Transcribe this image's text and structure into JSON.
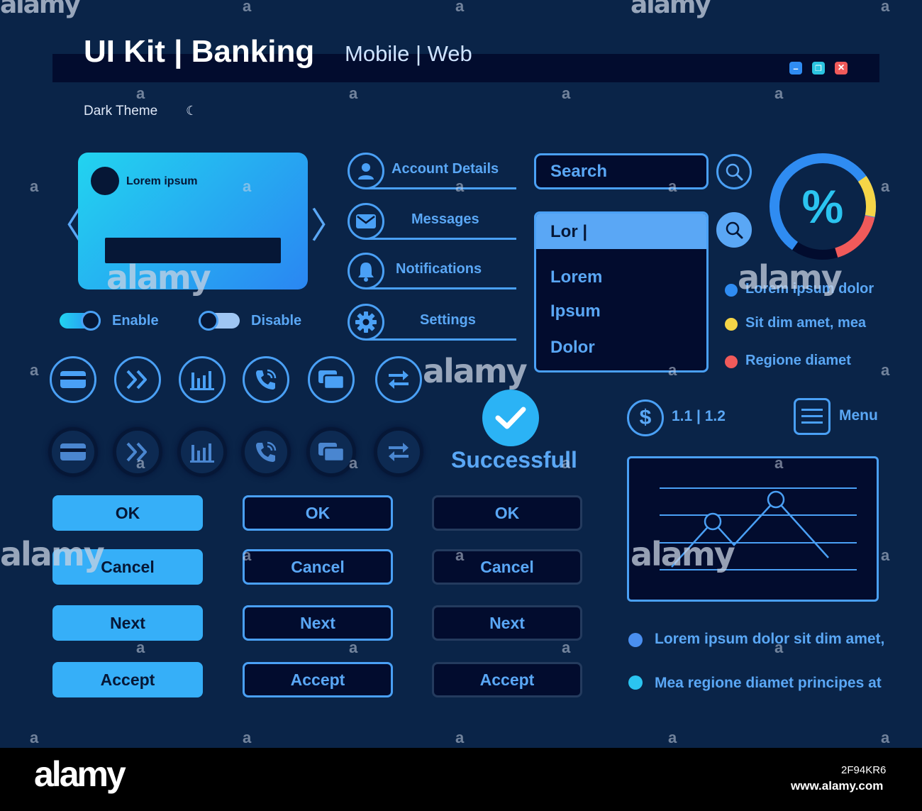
{
  "header": {
    "title": "UI Kit | Banking",
    "subtitle_mobile": "Mobile",
    "subtitle_sep": " | ",
    "subtitle_web": "Web",
    "theme_label": "Dark Theme",
    "moon_glyph": "☾",
    "window_controls": {
      "minimize": "–",
      "restore": "❐",
      "close": "×"
    }
  },
  "card": {
    "name": "Lorem ipsum",
    "prev_glyph": "〈",
    "next_glyph": "〉"
  },
  "toggles": {
    "enable_label": "Enable",
    "disable_label": "Disable"
  },
  "menu": {
    "items": [
      {
        "label": "Account Details",
        "icon": "user-icon"
      },
      {
        "label": "Messages",
        "icon": "envelope-icon"
      },
      {
        "label": "Notifications",
        "icon": "bell-icon"
      },
      {
        "label": "Settings",
        "icon": "gear-icon"
      }
    ]
  },
  "search": {
    "placeholder": "Search",
    "autocomplete_value": "Lor |",
    "options": [
      "Lorem",
      "Ipsum",
      "Dolor"
    ]
  },
  "donut": {
    "symbol": "%"
  },
  "legend": [
    {
      "label": "Lorem ipsum dolor",
      "color": "#2f8cf2"
    },
    {
      "label": "Sit dim amet, mea",
      "color": "#f5d547"
    },
    {
      "label": "Regione diamet",
      "color": "#f05a5a"
    }
  ],
  "icon_buttons": [
    "card-icon",
    "fast-forward-icon",
    "bar-chart-icon",
    "phone-call-icon",
    "windows-icon",
    "transfer-icon"
  ],
  "success": {
    "label": "Successfull"
  },
  "buttons": {
    "ok": "OK",
    "cancel": "Cancel",
    "next": "Next",
    "accept": "Accept"
  },
  "currency": {
    "symbol": "$",
    "label": "1.1 | 1.2"
  },
  "menu_button": {
    "label": "Menu"
  },
  "notes": [
    {
      "label": "Lorem ipsum dolor sit dim amet,",
      "color": "#4a8ff0"
    },
    {
      "label": "Mea regione diamet principes at",
      "color": "#2bc4f0"
    }
  ],
  "watermark": {
    "brand": "alamy",
    "letter": "a",
    "image_id": "2F94KR6",
    "url": "www.alamy.com"
  },
  "colors": {
    "accent": "#4aa0f5",
    "background": "#0a2448",
    "panel": "#020c2e",
    "donut_blue": "#2f8cf2",
    "donut_yellow": "#f5d547",
    "donut_red": "#f05a5a"
  }
}
